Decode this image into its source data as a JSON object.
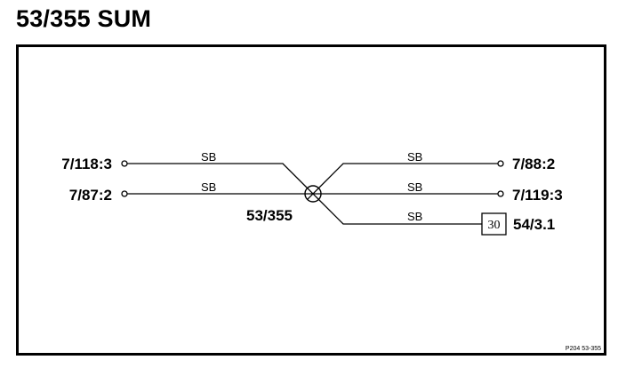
{
  "title": "53/355 SUM",
  "splice": {
    "label": "53/355"
  },
  "left_terminals": [
    {
      "label": "7/118:3",
      "wire": "SB"
    },
    {
      "label": "7/87:2",
      "wire": "SB"
    }
  ],
  "right_terminals": [
    {
      "label": "7/88:2",
      "wire": "SB"
    },
    {
      "label": "7/119:3",
      "wire": "SB"
    },
    {
      "label": "54/3.1",
      "wire": "SB",
      "box": "30"
    }
  ],
  "footer_ref": "P204 53-355"
}
